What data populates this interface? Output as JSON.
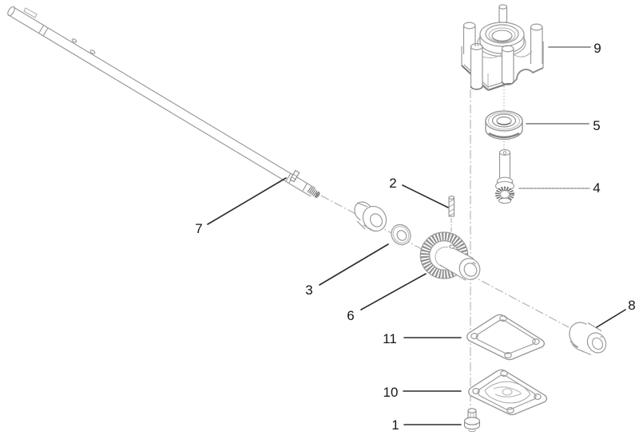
{
  "diagram": {
    "type": "exploded-parts-diagram",
    "background": "#ffffff",
    "part_line_color": "#9a9a9a",
    "leader_dark_color": "#2b2b2b",
    "leader_gray_color": "#8c8c8c",
    "callout_text_color": "#161616",
    "callouts": {
      "c1": {
        "label": "1"
      },
      "c2": {
        "label": "2"
      },
      "c3": {
        "label": "3"
      },
      "c4": {
        "label": "4"
      },
      "c5": {
        "label": "5"
      },
      "c6": {
        "label": "6"
      },
      "c7": {
        "label": "7"
      },
      "c8": {
        "label": "8"
      },
      "c9": {
        "label": "9"
      },
      "c10": {
        "label": "10"
      },
      "c11": {
        "label": "11"
      }
    }
  }
}
